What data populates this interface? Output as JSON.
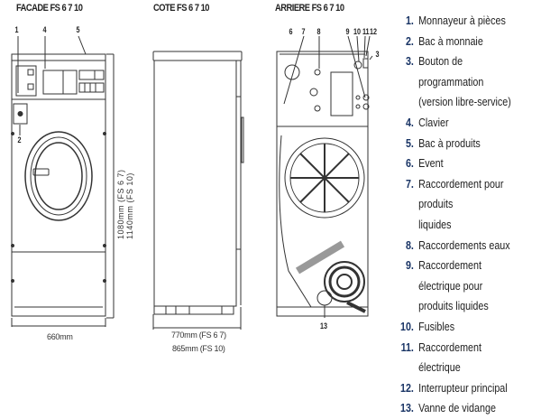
{
  "views": {
    "front": {
      "title": "FACADE FS 6 7 10",
      "width_label": "660mm",
      "height_labels": [
        "1080mm (FS 6 7)",
        "1140mm (FS 10)"
      ]
    },
    "side": {
      "title": "COTE FS 6 7 10",
      "depth_labels": [
        "770mm (FS 6 7)",
        "865mm (FS 10)"
      ]
    },
    "rear": {
      "title": "ARRIERE FS 6 7 10"
    }
  },
  "callouts": {
    "c1": "1",
    "c2": "2",
    "c3": "3",
    "c4": "4",
    "c5": "5",
    "c6": "6",
    "c7": "7",
    "c8": "8",
    "c9": "9",
    "c10": "10",
    "c11": "11",
    "c12": "12",
    "c13": "13"
  },
  "legend": [
    {
      "num": "1.",
      "text": "Monnayeur à pièces"
    },
    {
      "num": "2.",
      "text": "Bac à monnaie"
    },
    {
      "num": "3.",
      "text": "Bouton de programmation",
      "cont": "(version libre-service)"
    },
    {
      "num": "4.",
      "text": "Clavier"
    },
    {
      "num": "5.",
      "text": "Bac à produits"
    },
    {
      "num": "6.",
      "text": "Event"
    },
    {
      "num": "7.",
      "text": "Raccordement pour produits",
      "cont": "liquides"
    },
    {
      "num": "8.",
      "text": "Raccordements eaux"
    },
    {
      "num": "9.",
      "text": "Raccordement électrique pour",
      "cont": "produits liquides"
    },
    {
      "num": "10.",
      "text": "Fusibles"
    },
    {
      "num": "11.",
      "text": "Raccordement électrique"
    },
    {
      "num": "12.",
      "text": "Interrupteur principal"
    },
    {
      "num": "13.",
      "text": "Vanne de vidange"
    }
  ],
  "colors": {
    "number": "#1a3566",
    "line": "#333333"
  }
}
